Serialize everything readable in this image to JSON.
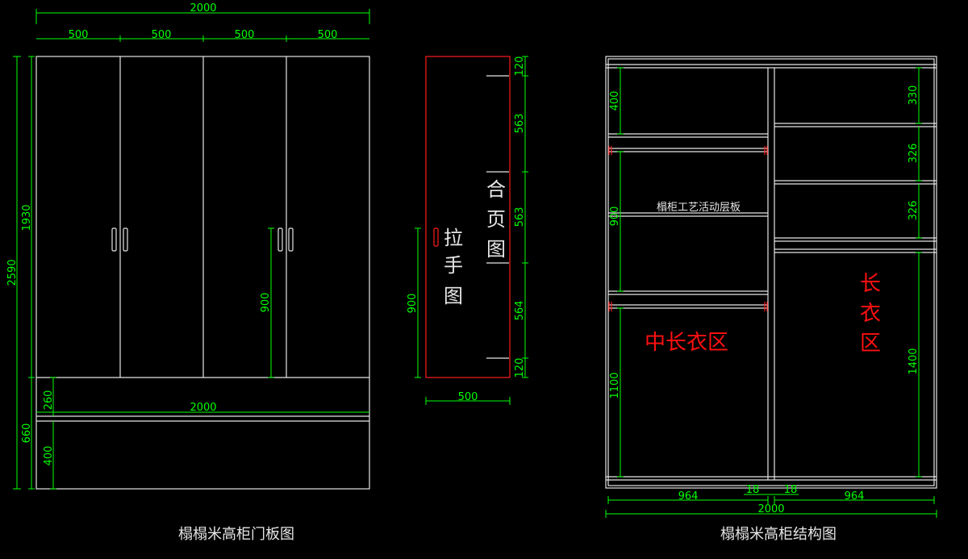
{
  "door_view": {
    "caption": "榻榻米高柜门板图",
    "dims": {
      "total_width": "2000",
      "door_width_1": "500",
      "door_width_2": "500",
      "door_width_3": "500",
      "door_width_4": "500",
      "total_height": "2590",
      "upper_height": "1930",
      "lower_height": "660",
      "handle_height": "900",
      "drawer_height": "260",
      "drawer_width": "2000",
      "base_height": "400"
    }
  },
  "side_view": {
    "handle_label_lines": [
      "拉",
      "手",
      "图"
    ],
    "hinge_label_lines": [
      "合",
      "页",
      "图"
    ],
    "dims": {
      "width": "500",
      "handle_height": "900",
      "hinge_top": "120",
      "hinge_gap_1": "563",
      "hinge_gap_2": "563",
      "hinge_gap_3": "564",
      "hinge_bottom": "120"
    }
  },
  "structure_view": {
    "caption": "榻榻米高柜结构图",
    "shelf_label": "榻柜工艺活动层板",
    "left_zone_label": "中长衣区",
    "right_zone_label_lines": [
      "长",
      "衣",
      "区"
    ],
    "dims": {
      "left_top": "400",
      "left_mid": "900",
      "left_bottom": "1100",
      "right_top": "330",
      "right_mid_1": "326",
      "right_mid_2": "326",
      "right_bottom": "1400",
      "left_width": "964",
      "right_width": "964",
      "panel_left": "18",
      "panel_right": "18",
      "total_width": "2000"
    }
  },
  "colors": {
    "dimension": "#00ff00",
    "outline": "#e6e6e6",
    "accent": "#ff1a1a",
    "background": "#000000"
  }
}
